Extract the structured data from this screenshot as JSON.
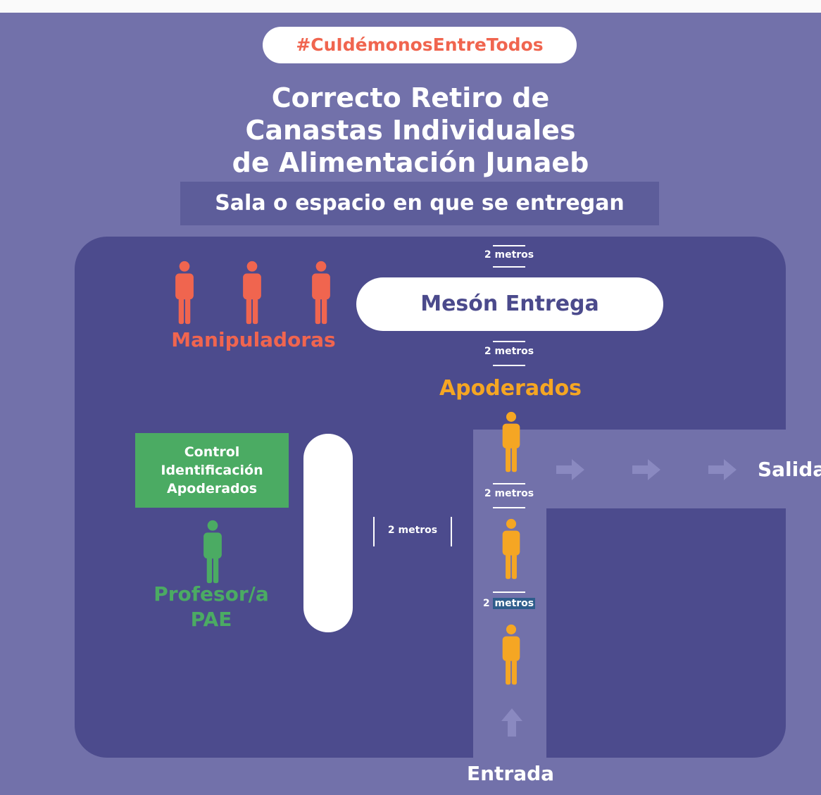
{
  "hashtag": "#CuIdémonosEntreTodos",
  "title_lines": [
    "Correcto Retiro de",
    "Canastas  Individuales",
    "de Alimentación Junaeb"
  ],
  "subtitle": "Sala o espacio en que se entregan",
  "meson_label": "Mesón Entrega",
  "distance_label": "2 metros",
  "distance_prefix": "2",
  "distance_unit": "metros",
  "manipuladoras_label": "Manipuladoras",
  "apoderados_label": "Apoderados",
  "control_box_lines": [
    "Control",
    "Identificación",
    "Apoderados"
  ],
  "profesor_lines": [
    "Profesor/a",
    "PAE"
  ],
  "salida_label": "Salida",
  "entrada_label": "Entrada",
  "colors": {
    "background": "#7271aa",
    "room": "#4c4b8d",
    "manipuladoras": "#f0654f",
    "apoderados": "#f5a623",
    "profesor": "#4bab63",
    "white": "#ffffff"
  },
  "icons": {
    "person": "person-icon",
    "arrow_right": "arrow-right-icon",
    "arrow_up": "arrow-up-icon"
  }
}
